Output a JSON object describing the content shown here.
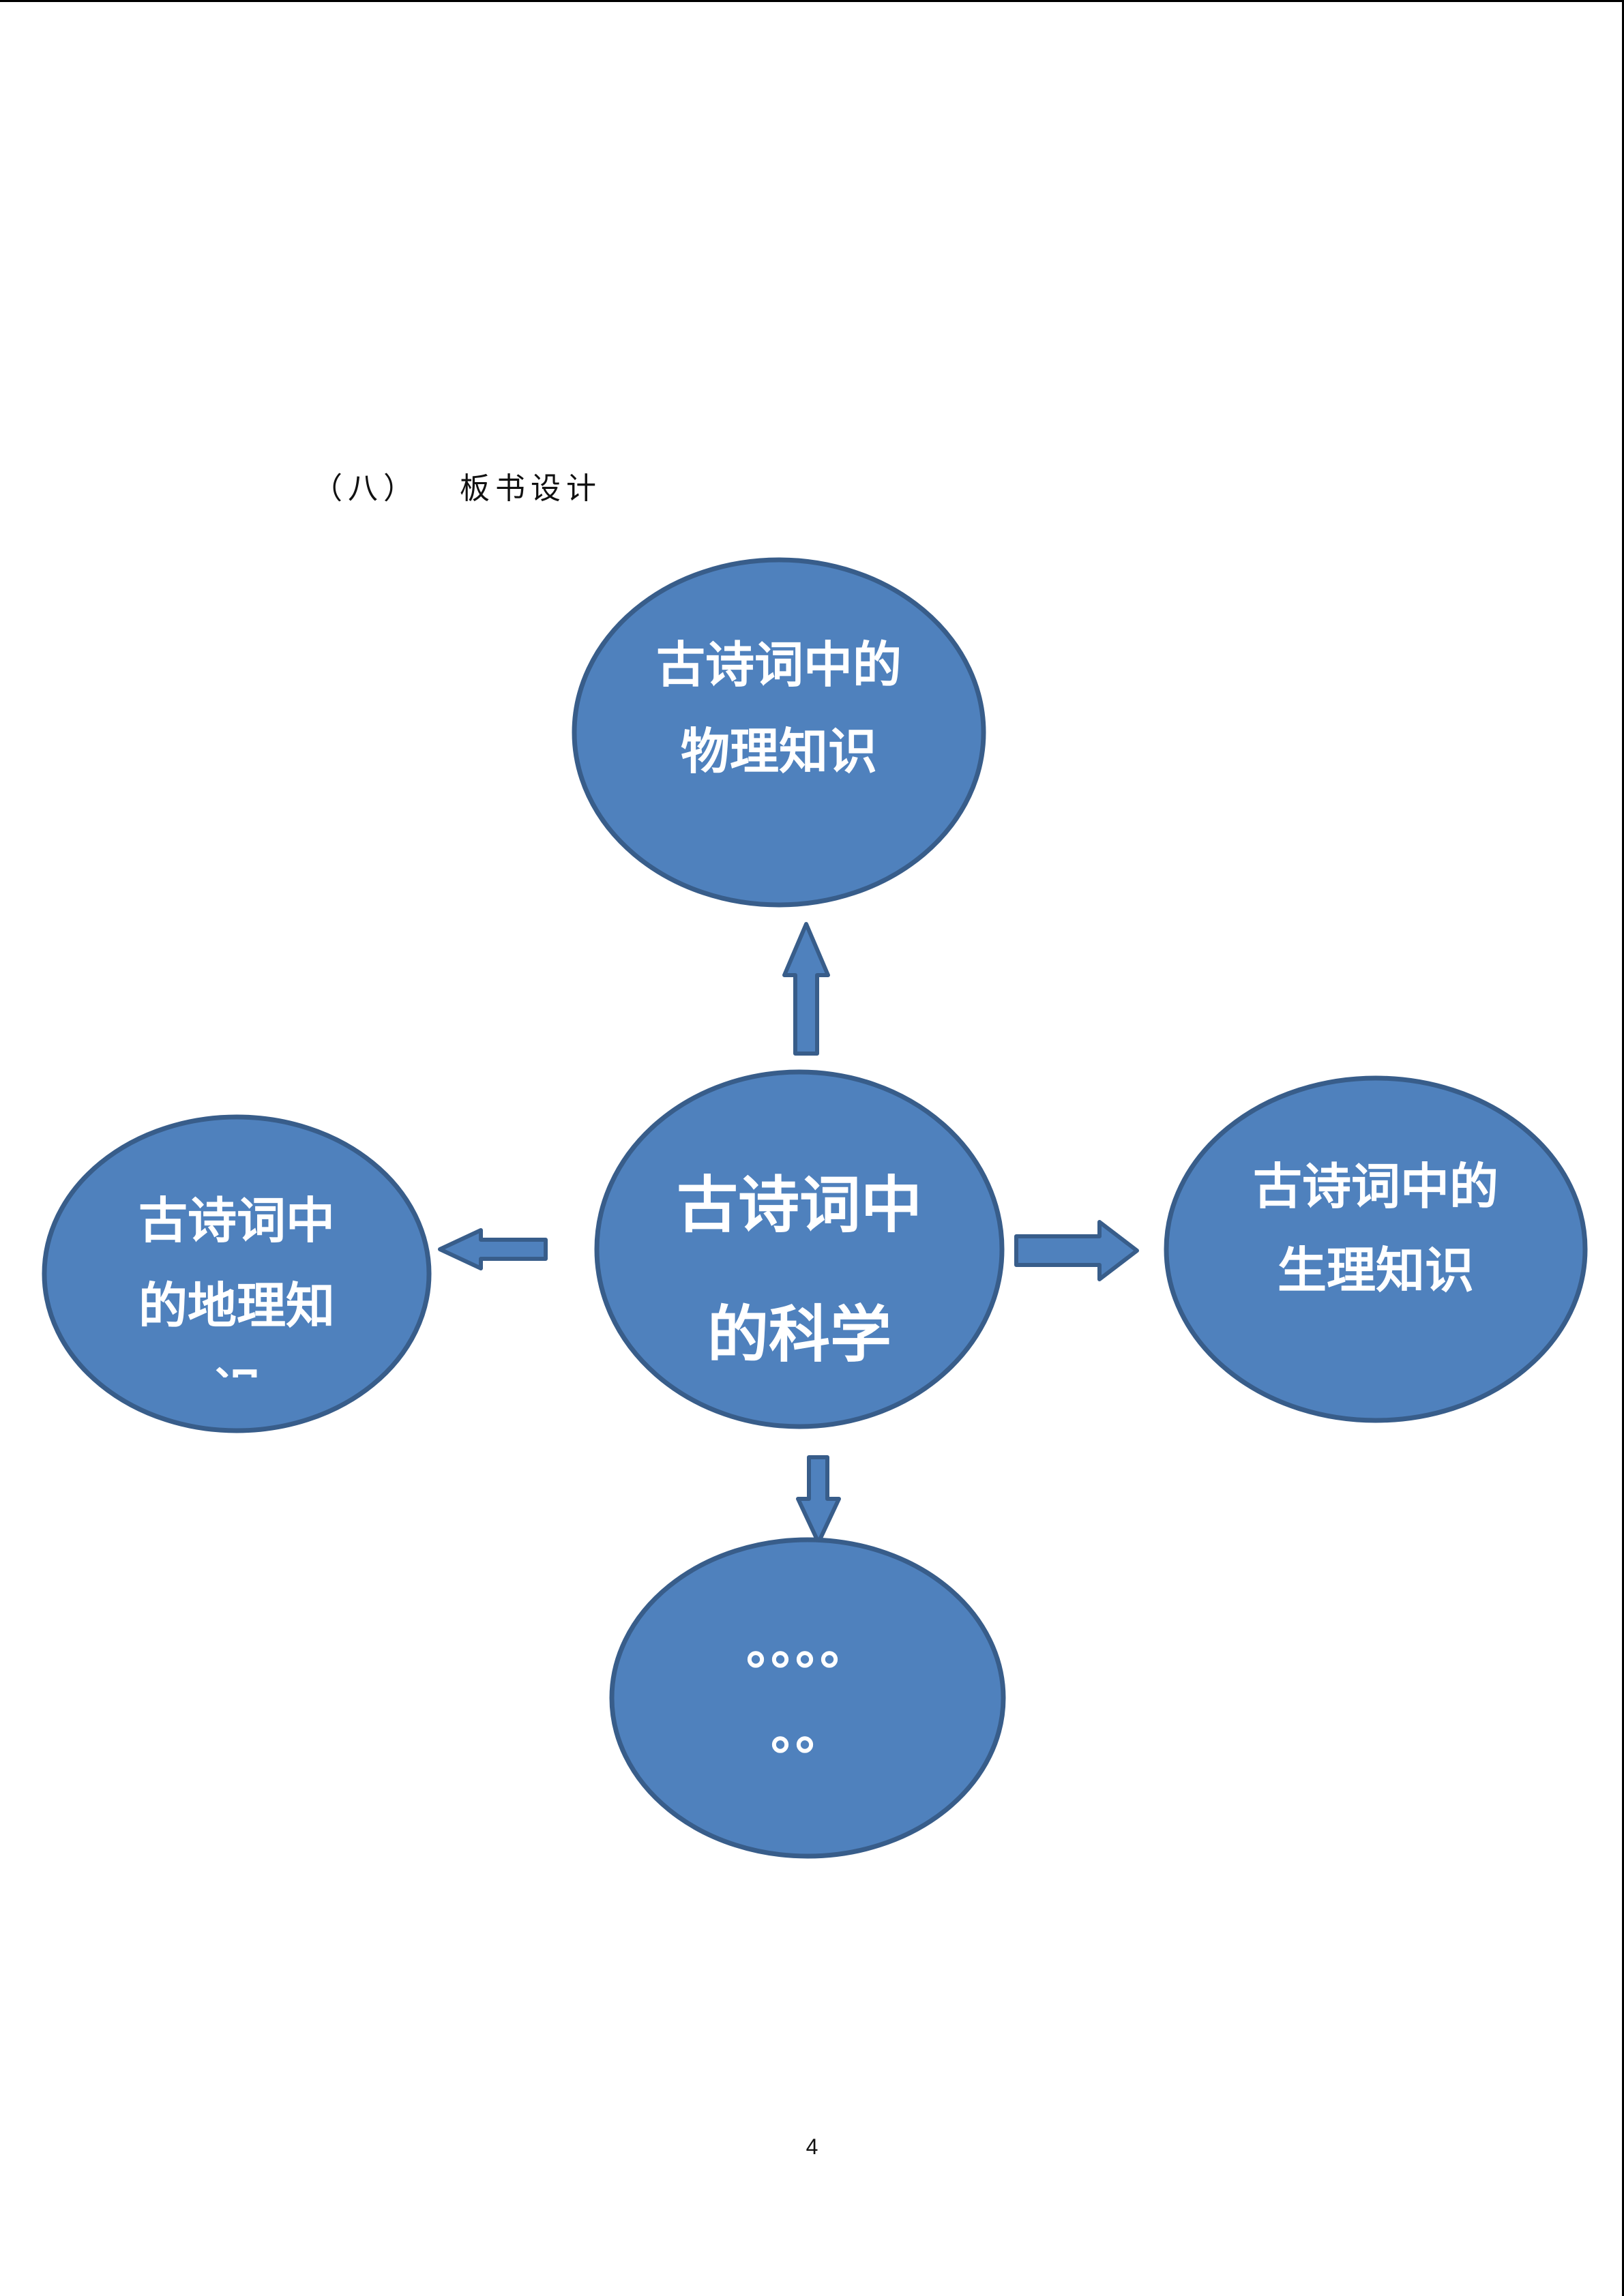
{
  "section": {
    "number": "（八）",
    "title": "板书设计"
  },
  "diagram": {
    "center": {
      "lines": [
        "古诗词中",
        "的科学"
      ]
    },
    "top": {
      "lines": [
        "古诗词中的",
        "物理知识"
      ]
    },
    "right": {
      "lines": [
        "古诗词中的",
        "生理知识"
      ]
    },
    "left": {
      "lines": [
        "古诗词中",
        "的地理知",
        "识"
      ]
    },
    "bottom": {
      "lines": [
        "。。。。",
        "。。"
      ]
    }
  },
  "colors": {
    "node_fill": "#4f81bd",
    "node_stroke": "#385d8a",
    "text": "#ffffff"
  },
  "page_number": "4"
}
